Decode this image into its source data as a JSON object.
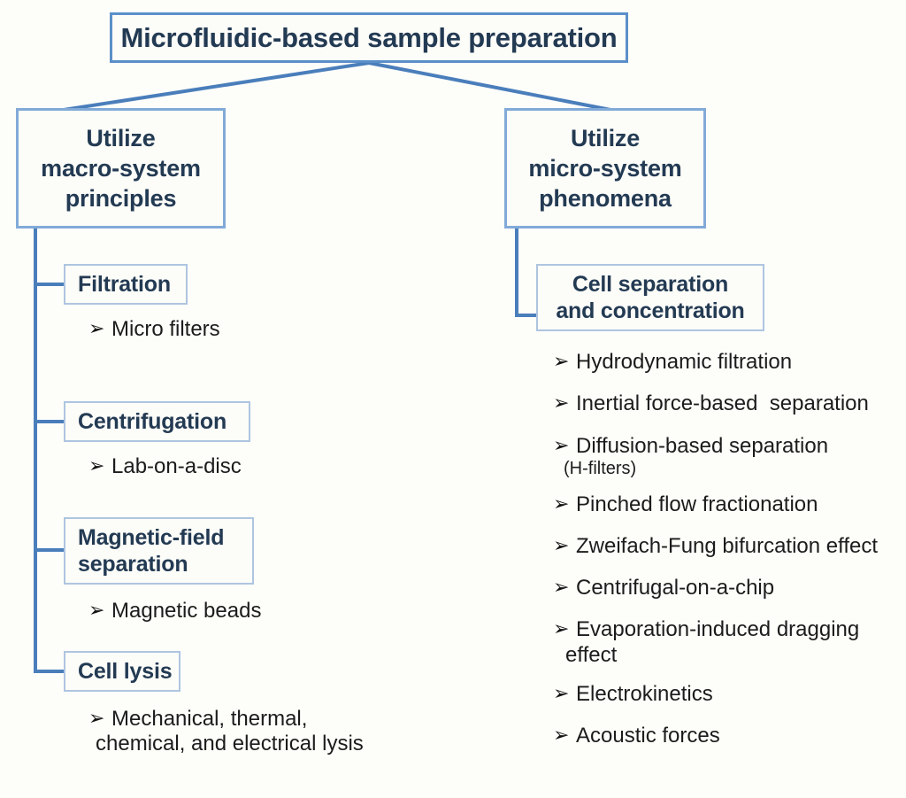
{
  "diagram": {
    "title_box": {
      "label": "Microfluidic-based sample preparation"
    },
    "branches": [
      {
        "id": "macro",
        "label": "Utilize\nmacro-system\nprinciples",
        "line1": "Utilize",
        "line2": "macro-system",
        "line3": "principles"
      },
      {
        "id": "micro",
        "label": "Utilize\nmicro-system\nphenomena",
        "line1": "Utilize",
        "line2": "micro-system",
        "line3": "phenomena"
      }
    ],
    "left_column": {
      "nodes": [
        {
          "heading": "Filtration",
          "bullets": [
            {
              "text": "Micro filters"
            }
          ]
        },
        {
          "heading": "Centrifugation",
          "bullets": [
            {
              "text": "Lab-on-a-disc"
            }
          ]
        },
        {
          "heading_line1": "Magnetic-field",
          "heading_line2": "separation",
          "heading": "Magnetic-field separation",
          "bullets": [
            {
              "text": "Magnetic beads"
            }
          ]
        },
        {
          "heading": "Cell lysis",
          "bullets": [
            {
              "text": "Mechanical, thermal,",
              "continuation": "chemical, and electrical lysis"
            }
          ]
        }
      ]
    },
    "right_column": {
      "node": {
        "heading_line1": "Cell separation",
        "heading_line2": "and concentration",
        "heading": "Cell separation and concentration"
      },
      "bullets": [
        {
          "text": "Hydrodynamic filtration"
        },
        {
          "text": "Inertial force-based  separation"
        },
        {
          "text": "Diffusion-based separation",
          "sub": "(H-filters)"
        },
        {
          "text": "Pinched flow fractionation"
        },
        {
          "text": "Zweifach-Fung bifurcation effect"
        },
        {
          "text": "Centrifugal-on-a-chip"
        },
        {
          "text": "Evaporation-induced dragging",
          "continuation": "effect"
        },
        {
          "text": "Electrokinetics"
        },
        {
          "text": "Acoustic forces"
        }
      ]
    },
    "bullet_marker": "➢",
    "colors": {
      "title_border": "#5b8fc9",
      "branch_border": "#82aad8",
      "sub_border": "#aec5e0",
      "connector": "#4a7ebb",
      "heading_text": "#233a53",
      "body_text": "#1c1c1c",
      "background": "#fdfdfa"
    }
  }
}
